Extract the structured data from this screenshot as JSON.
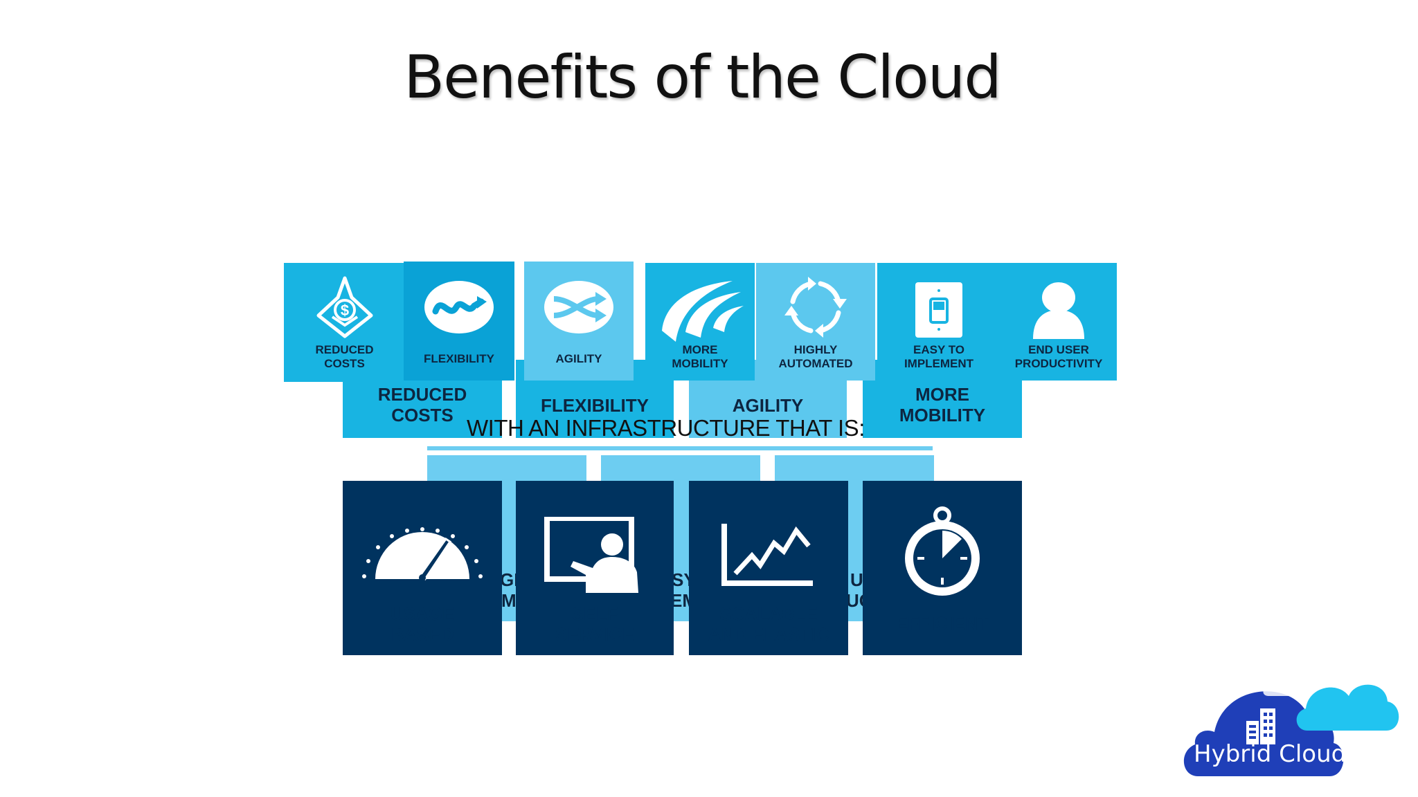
{
  "slide": {
    "title": "Benefits of the Cloud",
    "subtitle": "WITH AN INFRASTRUCTURE THAT IS:"
  },
  "top_tiles": [
    {
      "label_line1": "REDUCED",
      "label_line2": "COSTS",
      "icon": "dollar-shield-icon"
    },
    {
      "label_line1": "FLEXIBILITY",
      "label_line2": "",
      "icon": "curvy-arrow-icon"
    },
    {
      "label_line1": "AGILITY",
      "label_line2": "",
      "icon": "crossing-arrows-icon"
    },
    {
      "label_line1": "MORE",
      "label_line2": "MOBILITY",
      "icon": "swoosh-icon"
    },
    {
      "label_line1": "HIGHLY",
      "label_line2": "AUTOMATED",
      "icon": "cycle-arrows-icon"
    },
    {
      "label_line1": "EASY TO",
      "label_line2": "IMPLEMENT",
      "icon": "switch-icon"
    },
    {
      "label_line1": "END USER",
      "label_line2": "PRODUCTIVITY",
      "icon": "user-icon"
    }
  ],
  "middle_tiles": [
    {
      "label_line1": "REDUCED",
      "label_line2": "COSTS"
    },
    {
      "label_line1": "FLEXIBILITY",
      "label_line2": ""
    },
    {
      "label_line1": "AGILITY",
      "label_line2": ""
    },
    {
      "label_line1": "MORE",
      "label_line2": "MOBILITY"
    }
  ],
  "bottom_tiles": [
    {
      "label_line1": "USAGE",
      "label_line2": "BASED",
      "icon": "gauge-icon"
    },
    {
      "label_line1": "SELF",
      "label_line2": "SERVICE",
      "icon": "presenter-icon"
    },
    {
      "label_line1": "SCALABLE",
      "label_line2": "AND ELASTIC",
      "icon": "line-chart-icon"
    },
    {
      "label_line1": "EFFICIENT",
      "label_line2": "",
      "icon": "stopwatch-icon"
    }
  ],
  "fragments": [
    "GH",
    "M",
    "SY",
    "EM",
    "U",
    "UC"
  ],
  "logo": {
    "text": "Hybrid Cloud",
    "icon": "hybrid-cloud-logo-icon"
  },
  "colors": {
    "bright": "#18b4e2",
    "mid": "#0aa2d6",
    "light": "#5cc8ee",
    "dark": "#00335f",
    "logo_blue": "#1f3fb8",
    "logo_cyan": "#21c4f0"
  }
}
